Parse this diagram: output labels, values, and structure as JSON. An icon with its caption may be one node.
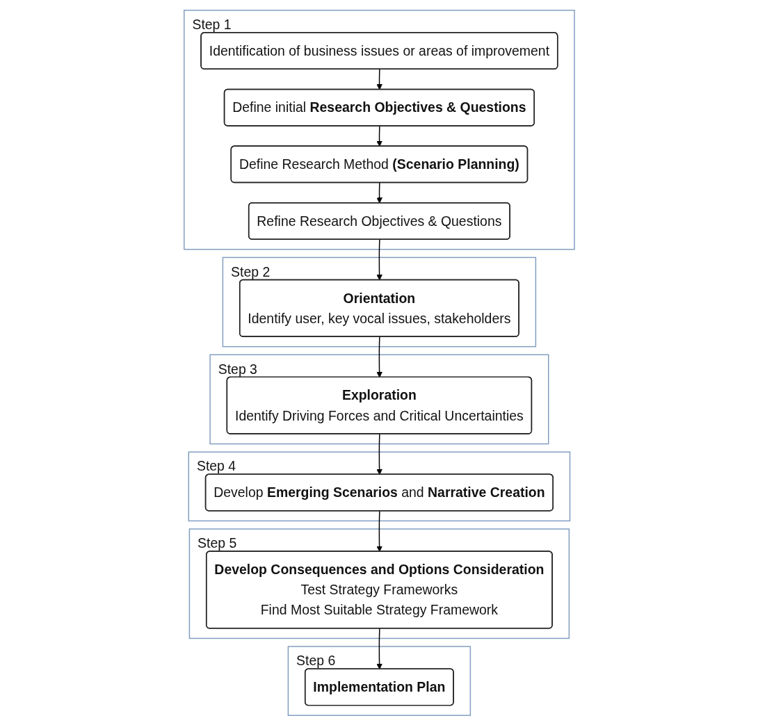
{
  "diagram": {
    "nodes": [
      {
        "text": [
          "Step 1"
        ]
      },
      {
        "text": [
          "Identification of business issues or areas of improvement"
        ],
        "in": 0
      },
      {
        "text": [
          "Define initial **Research Objectives & Questions**"
        ],
        "in": 0
      },
      {
        "text": [
          "Define Research Method **(Scenario Planning)**"
        ],
        "in": 0
      },
      {
        "text": [
          "Refine Research Objectives & Questions"
        ],
        "in": 0
      },
      {
        "text": [
          "Step 2"
        ]
      },
      {
        "text": [
          "Orientation",
          "Identify user, key vocal issues, stakeholders"
        ],
        "in": 5
      },
      {
        "text": [
          "Step 3"
        ]
      },
      {
        "text": [
          "Exploration",
          "Identify Driving Forces and Critical Uncertainties"
        ],
        "in": 7
      },
      {
        "text": [
          "Step 4"
        ]
      },
      {
        "text": [
          "Develop **Emerging Scenarios** and **Narrative Creation**"
        ],
        "in": 9
      },
      {
        "text": [
          "Step 5"
        ]
      },
      {
        "text": [
          "Develop Consequences and Options Consideration",
          "Test Strategy Frameworks",
          "Find Most Suitable Strategy Framework"
        ],
        "in": 11
      },
      {
        "text": [
          "Step 6"
        ]
      },
      {
        "text": [
          "Implementation Plan"
        ],
        "in": 13
      }
    ],
    "edges": [
      {
        "from": 1,
        "to": 2,
        "arrow": "to"
      },
      {
        "from": 2,
        "to": 3,
        "arrow": "to"
      },
      {
        "from": 3,
        "to": 4,
        "arrow": "to"
      },
      {
        "from": 4,
        "to": 6,
        "arrow": "to"
      },
      {
        "from": 6,
        "to": 8,
        "arrow": "to"
      },
      {
        "from": 8,
        "to": 10,
        "arrow": "to"
      },
      {
        "from": 10,
        "to": 12,
        "arrow": "to"
      },
      {
        "from": 12,
        "to": 14,
        "arrow": "to"
      }
    ]
  }
}
